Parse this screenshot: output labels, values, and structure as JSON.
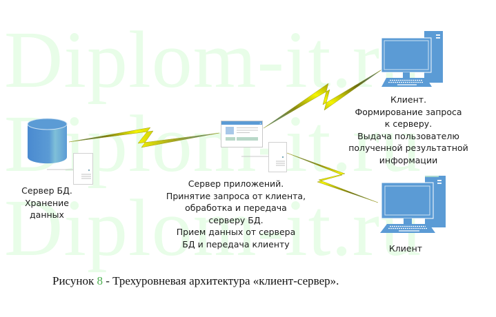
{
  "watermark": {
    "text": "Diplom-it.ru",
    "color": "#e8fde8"
  },
  "nodes": {
    "db_server": {
      "icon": "database-cylinder-icon",
      "lines": [
        "Сервер БД.",
        "Хранение",
        "данных"
      ]
    },
    "app_server": {
      "icon": "application-window-server-icon",
      "lines": [
        "Сервер приложений.",
        "Принятие запроса от клиента,",
        "обработка и передача",
        "серверу БД.",
        "Прием данных от сервера",
        "БД и передача клиенту"
      ]
    },
    "client_top": {
      "icon": "desktop-computer-icon",
      "lines": [
        "Клиент.",
        "Формирование запроса",
        "к серверу.",
        "Выдача пользователю",
        "полученной результатной",
        "информации"
      ]
    },
    "client_bottom": {
      "icon": "desktop-computer-icon",
      "lines": [
        "Клиент"
      ]
    }
  },
  "connections": [
    {
      "from": "db_server",
      "to": "app_server",
      "icon": "lightning-bolt-icon"
    },
    {
      "from": "app_server",
      "to": "client_top",
      "icon": "lightning-bolt-icon"
    },
    {
      "from": "app_server",
      "to": "client_bottom",
      "icon": "lightning-bolt-icon"
    }
  ],
  "caption": {
    "prefix": "Рисунок ",
    "number": "8",
    "text": " - Трехуровневая архитектура «клиент-сервер»."
  },
  "colors": {
    "icon_blue": "#5b9bd5",
    "icon_light": "#7fb3e0",
    "bolt_yellow": "#f2f200",
    "bolt_dark": "#6b6b10",
    "link_blue": "#3a7fc0"
  }
}
